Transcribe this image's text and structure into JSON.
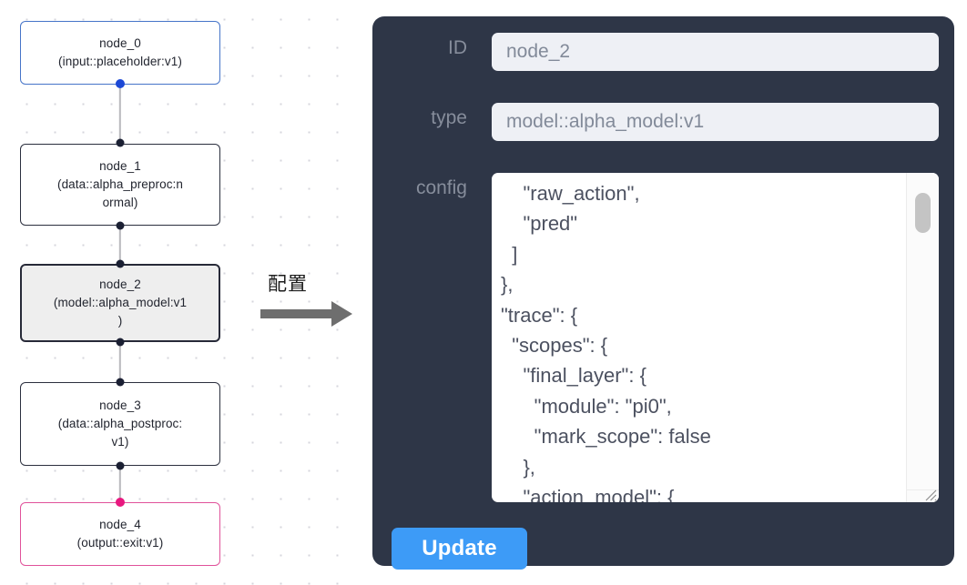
{
  "graph": {
    "label": "flow-graph-canvas",
    "nodes": [
      {
        "id": "node_0",
        "title": "node_0",
        "subtitle": "(input::placeholder:v1)",
        "style": "blue",
        "selected": false
      },
      {
        "id": "node_1",
        "title": "node_1",
        "subtitle": "(data::alpha_preproc:n\normal)",
        "style": "dark",
        "selected": false
      },
      {
        "id": "node_2",
        "title": "node_2",
        "subtitle": "(model::alpha_model:v1\n)",
        "style": "dark",
        "selected": true
      },
      {
        "id": "node_3",
        "title": "node_3",
        "subtitle": "(data::alpha_postproc:\nv1)",
        "style": "dark",
        "selected": false
      },
      {
        "id": "node_4",
        "title": "node_4",
        "subtitle": "(output::exit:v1)",
        "style": "pink",
        "selected": false
      }
    ],
    "colors": {
      "blue_border": "#4674c8",
      "pink_border": "#e0529a",
      "dark_border": "#2b2f3e",
      "selected_fill": "#eeeeee",
      "edge": "#b9b9bd",
      "port": "#1b2033",
      "port_blue": "#1c48d6",
      "port_pink": "#e8187f",
      "dot_grid": "#d6d6dc"
    }
  },
  "annotation": {
    "text": "配置",
    "arrow": "right-arrow-icon",
    "color": "#6e6e6e"
  },
  "panel": {
    "accent": "#3d9bf7",
    "background": "#2e3647",
    "fields": [
      {
        "key": "id",
        "label": "ID",
        "value": "node_2"
      },
      {
        "key": "type",
        "label": "type",
        "value": "model::alpha_model:v1"
      },
      {
        "key": "config",
        "label": "config",
        "value": ""
      }
    ],
    "config_value": "    \"raw_action\",\n    \"pred\"\n  ]\n},\n\"trace\": {\n  \"scopes\": {\n    \"final_layer\": {\n      \"module\": \"pi0\",\n      \"mark_scope\": false\n    },\n    \"action_model\": {",
    "scrollbar": {
      "name": "config-scrollbar",
      "thumb_top_pct": 6,
      "thumb_height_pct": 13
    },
    "update_button": {
      "label": "Update"
    }
  }
}
